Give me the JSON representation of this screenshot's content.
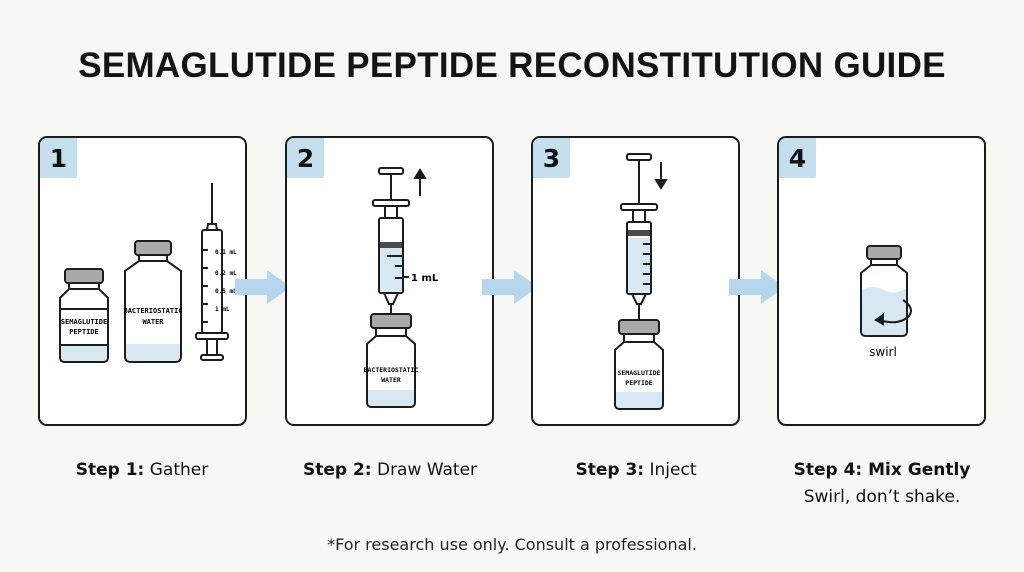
{
  "title": "SEMAGLUTIDE PEPTIDE RECONSTITUTION GUIDE",
  "steps": [
    {
      "number": "1",
      "caption_bold": "Step 1:",
      "caption_rest": " Gather",
      "vial_label_line1": "SEMAGLUTIDE",
      "vial_label_line2": "PEPTIDE",
      "water_label_line1": "BACTERIOSTATIC",
      "water_label_line2": "WATER",
      "syringe_marks": [
        "0.1 mL",
        "0.2 mL",
        "0.5 mL",
        "1 mL"
      ]
    },
    {
      "number": "2",
      "caption_bold": "Step 2:",
      "caption_rest": " Draw Water",
      "volume_label": "1 mL",
      "vial_label_line1": "BACTERIOSTATIC",
      "vial_label_line2": "WATER"
    },
    {
      "number": "3",
      "caption_bold": "Step 3:",
      "caption_rest": " Inject",
      "vial_label_line1": "SEMAGLUTIDE",
      "vial_label_line2": "PEPTIDE"
    },
    {
      "number": "4",
      "caption_bold": "Step 4: Mix Gently",
      "caption_sub": "Swirl, don’t shake.",
      "swirl_label": "swirl"
    }
  ],
  "footnote": "*For research use only. Consult a professional.",
  "colors": {
    "badge": "#c6dfef",
    "arrow": "#b5d6ec",
    "liquid": "#d8e8f3",
    "outline": "#1c1c1c"
  }
}
